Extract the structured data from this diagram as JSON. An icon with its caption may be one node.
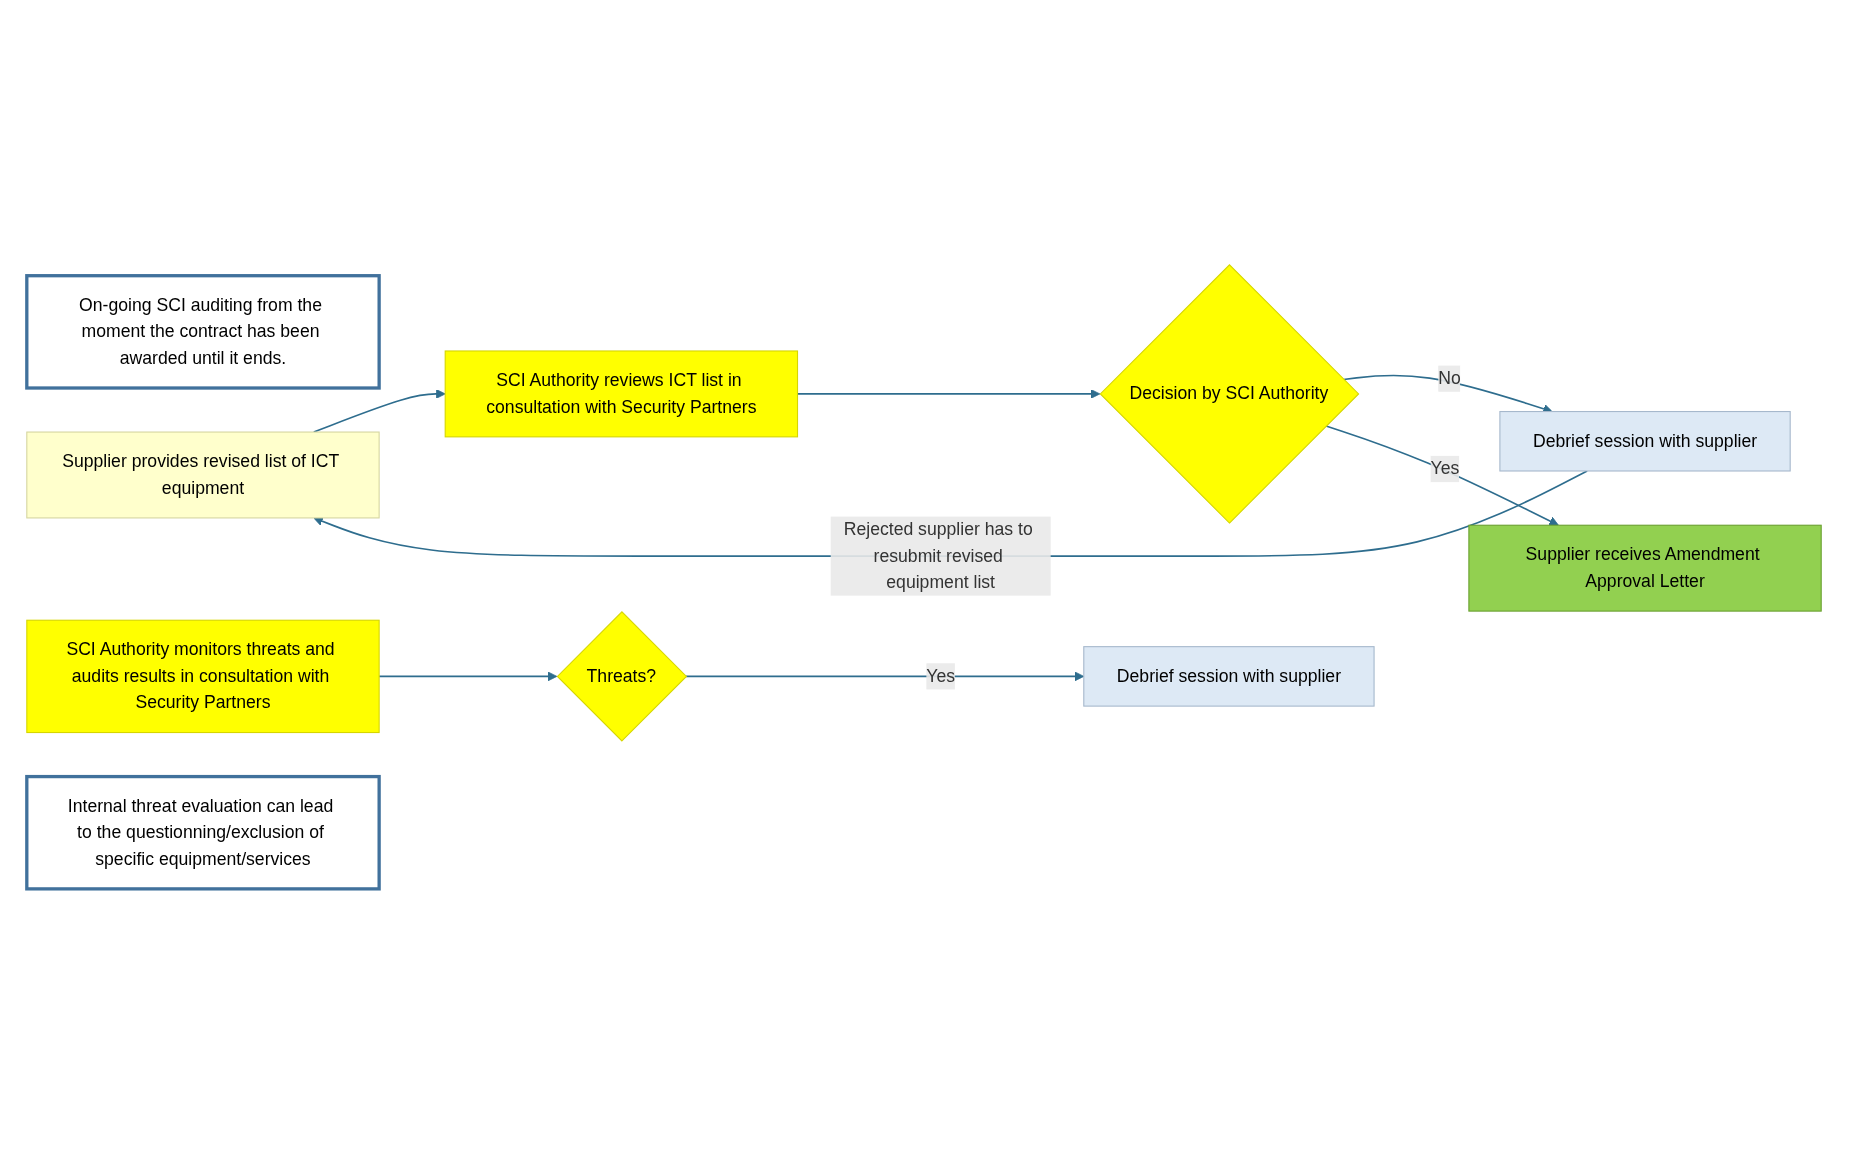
{
  "diagram": {
    "nodes": [
      {
        "text": [
          "On-going SCI auditing from the moment the contract has been awarded until it ends."
        ]
      },
      {
        "text": [
          "Supplier provides revised list of ICT equipment"
        ]
      },
      {
        "text": [
          "SCI Authority reviews ICT list in consultation with Security Partners"
        ]
      },
      {
        "text": [
          "Decision by SCI Authority"
        ]
      },
      {
        "text": [
          "Debrief session with supplier"
        ]
      },
      {
        "text": [
          "Supplier receives Amendment Approval Letter"
        ]
      },
      {
        "text": [
          "SCI Authority monitors threats and audits results in consultation with Security Partners"
        ]
      },
      {
        "text": [
          "Threats?"
        ]
      },
      {
        "text": [
          "Debrief session with supplier"
        ]
      },
      {
        "text": [
          "Internal threat evaluation can lead to the questionning/exclusion of specific equipment/services"
        ]
      }
    ],
    "edges": [
      {
        "from": 1,
        "to": 2,
        "arrow": "to"
      },
      {
        "from": 2,
        "to": 3,
        "arrow": "to"
      },
      {
        "from": 3,
        "to": 4,
        "arrow": "to",
        "label": "No"
      },
      {
        "from": 3,
        "to": 5,
        "arrow": "to",
        "label": "Yes"
      },
      {
        "from": 4,
        "to": 1,
        "arrow": "to",
        "label": "Rejected supplier has to resubmit revised equipment list"
      },
      {
        "from": 6,
        "to": 7,
        "arrow": "to"
      },
      {
        "from": 7,
        "to": 8,
        "arrow": "to",
        "label": "Yes"
      }
    ]
  }
}
